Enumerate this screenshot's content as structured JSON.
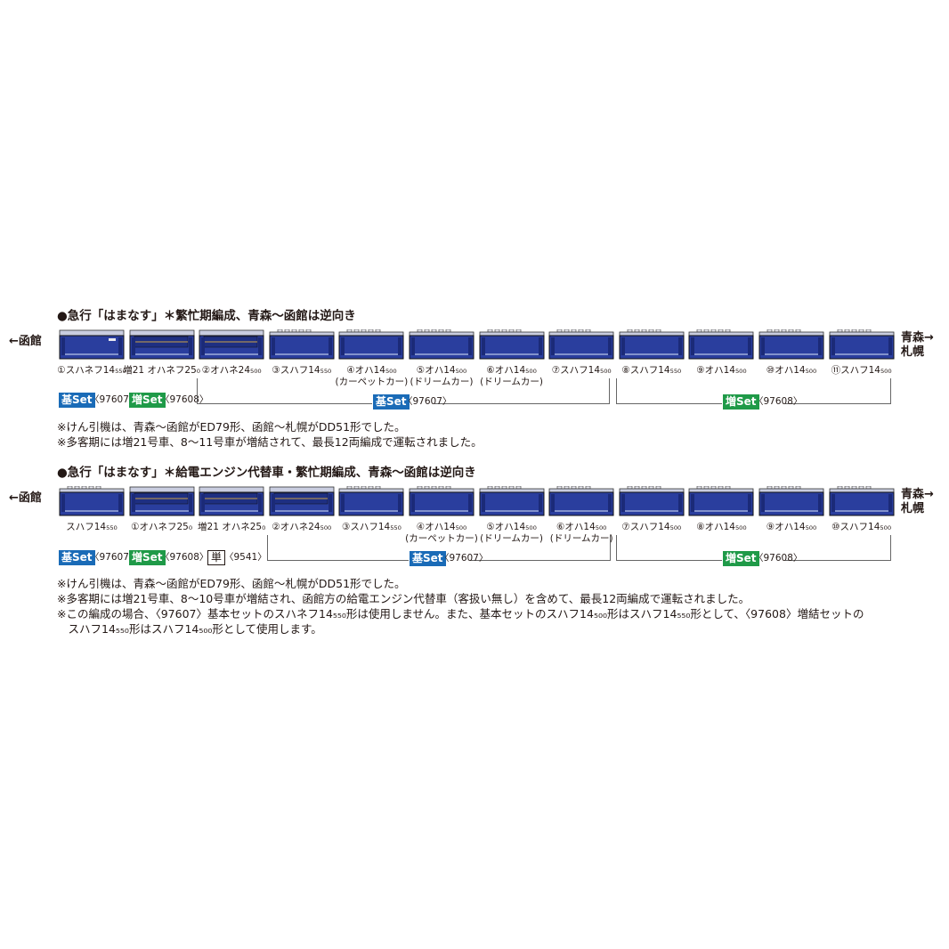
{
  "section1": {
    "title": "●急行「はまなす」＊繁忙期編成、青森〜函館は逆向き",
    "left_dir": "←函館",
    "right_dir_1": "青森→",
    "right_dir_2": "札幌",
    "cars": [
      {
        "label": "①スハネフ14₅₅₀",
        "sub": "",
        "type": "a"
      },
      {
        "label": "増21 オハネフ25₀",
        "sub": "",
        "type": "b"
      },
      {
        "label": "②オハネ24₅₀₀",
        "sub": "",
        "type": "b"
      },
      {
        "label": "③スハフ14₅₅₀",
        "sub": "",
        "type": "c"
      },
      {
        "label": "④オハ14₅₀₀",
        "sub": "(カーペットカー)",
        "type": "c"
      },
      {
        "label": "⑤オハ14₅₀₀",
        "sub": "(ドリームカー)",
        "type": "d"
      },
      {
        "label": "⑥オハ14₅₀₀",
        "sub": "(ドリームカー)",
        "type": "d"
      },
      {
        "label": "⑦スハフ14₅₀₀",
        "sub": "",
        "type": "d"
      },
      {
        "label": "⑧スハフ14₅₅₀",
        "sub": "",
        "type": "d"
      },
      {
        "label": "⑨オハ14₅₀₀",
        "sub": "",
        "type": "d"
      },
      {
        "label": "⑩オハ14₅₀₀",
        "sub": "",
        "type": "c"
      },
      {
        "label": "⑪スハフ14₅₀₀",
        "sub": "",
        "type": "c"
      }
    ],
    "badges": {
      "ki1": "基Set",
      "ki1_no": "〈97607〉",
      "zo1": "増Set",
      "zo1_no": "〈97608〉",
      "ki2": "基Set",
      "ki2_no": "〈97607〉",
      "zo2": "増Set",
      "zo2_no": "〈97608〉"
    },
    "notes": [
      "※けん引機は、青森〜函館がED79形、函館〜札幌がDD51形でした。",
      "※多客期には増21号車、8〜11号車が増結されて、最長12両編成で運転されました。"
    ]
  },
  "section2": {
    "title": "●急行「はまなす」＊給電エンジン代替車・繁忙期編成、青森〜函館は逆向き",
    "left_dir": "←函館",
    "right_dir_1": "青森→",
    "right_dir_2": "札幌",
    "cars": [
      {
        "label": "スハフ14₅₅₀",
        "sub": "",
        "type": "c"
      },
      {
        "label": "①オハネフ25₀",
        "sub": "",
        "type": "b"
      },
      {
        "label": "増21 オハネ25₀",
        "sub": "",
        "type": "b"
      },
      {
        "label": "②オハネ24₅₀₀",
        "sub": "",
        "type": "b"
      },
      {
        "label": "③スハフ14₅₅₀",
        "sub": "",
        "type": "d"
      },
      {
        "label": "④オハ14₅₀₀",
        "sub": "(カーペットカー)",
        "type": "c"
      },
      {
        "label": "⑤オハ14₅₀₀",
        "sub": "(ドリームカー)",
        "type": "d"
      },
      {
        "label": "⑥オハ14₅₀₀",
        "sub": "(ドリームカー)",
        "type": "c"
      },
      {
        "label": "⑦スハフ14₅₀₀",
        "sub": "",
        "type": "c"
      },
      {
        "label": "⑧オハ14₅₀₀",
        "sub": "",
        "type": "c"
      },
      {
        "label": "⑨オハ14₅₀₀",
        "sub": "",
        "type": "c"
      },
      {
        "label": "⑩スハフ14₅₀₀",
        "sub": "",
        "type": "c"
      }
    ],
    "badges": {
      "ki1": "基Set",
      "ki1_no": "〈97607〉",
      "zo1": "増Set",
      "zo1_no": "〈97608〉",
      "tan": "単",
      "tan_no": "〈9541〉",
      "ki2": "基Set",
      "ki2_no": "〈97607〉",
      "zo2": "増Set",
      "zo2_no": "〈97608〉"
    },
    "notes": [
      "※けん引機は、青森〜函館がED79形、函館〜札幌がDD51形でした。",
      "※多客期には増21号車、8〜10号車が増結され、函館方の給電エンジン代替車（客扱い無し）を含めて、最長12両編成で運転されました。",
      "※この編成の場合、〈97607〉基本セットのスハネフ14₅₅₀形は使用しません。また、基本セットのスハフ14₅₀₀形はスハフ14₅₅₀形として、〈97608〉増結セットの",
      "　スハフ14₅₅₀形はスハフ14₅₀₀形として使用します。"
    ]
  },
  "colors": {
    "car_body": "#2a3e9e",
    "car_stripe": "#b8c4e8",
    "badge_ki": "#1a6bb7",
    "badge_zo": "#1f9a48"
  }
}
